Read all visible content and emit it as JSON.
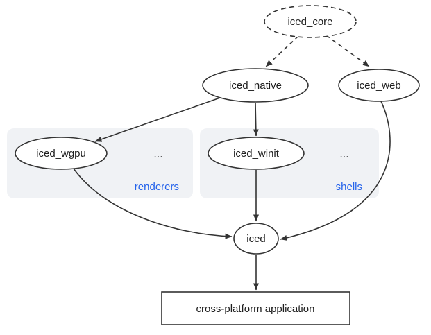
{
  "diagram": {
    "nodes": {
      "iced_core": {
        "label": "iced_core",
        "shape": "ellipse",
        "style": "dashed"
      },
      "iced_native": {
        "label": "iced_native",
        "shape": "ellipse",
        "style": "solid"
      },
      "iced_web": {
        "label": "iced_web",
        "shape": "ellipse",
        "style": "solid"
      },
      "iced_wgpu": {
        "label": "iced_wgpu",
        "shape": "ellipse",
        "style": "solid"
      },
      "iced_winit": {
        "label": "iced_winit",
        "shape": "ellipse",
        "style": "solid"
      },
      "iced": {
        "label": "iced",
        "shape": "ellipse",
        "style": "solid"
      },
      "application": {
        "label": "cross-platform application",
        "shape": "rect",
        "style": "solid"
      }
    },
    "groups": {
      "renderers": {
        "label": "renderers",
        "more": "...",
        "contains": [
          "iced_wgpu"
        ]
      },
      "shells": {
        "label": "shells",
        "more": "...",
        "contains": [
          "iced_winit"
        ]
      }
    },
    "edges": [
      {
        "from": "iced_core",
        "to": "iced_native",
        "style": "dashed"
      },
      {
        "from": "iced_core",
        "to": "iced_web",
        "style": "dashed"
      },
      {
        "from": "iced_native",
        "to": "iced_wgpu",
        "style": "solid"
      },
      {
        "from": "iced_native",
        "to": "iced_winit",
        "style": "solid"
      },
      {
        "from": "iced_wgpu",
        "to": "iced",
        "style": "solid"
      },
      {
        "from": "iced_winit",
        "to": "iced",
        "style": "solid"
      },
      {
        "from": "iced_web",
        "to": "iced",
        "style": "solid"
      },
      {
        "from": "iced",
        "to": "application",
        "style": "solid"
      }
    ],
    "colors": {
      "background": "#ffffff",
      "node_fill": "#ffffff",
      "node_stroke": "#333333",
      "text": "#1d1d1d",
      "group_fill": "#f0f2f5",
      "group_label": "#2563eb"
    }
  }
}
